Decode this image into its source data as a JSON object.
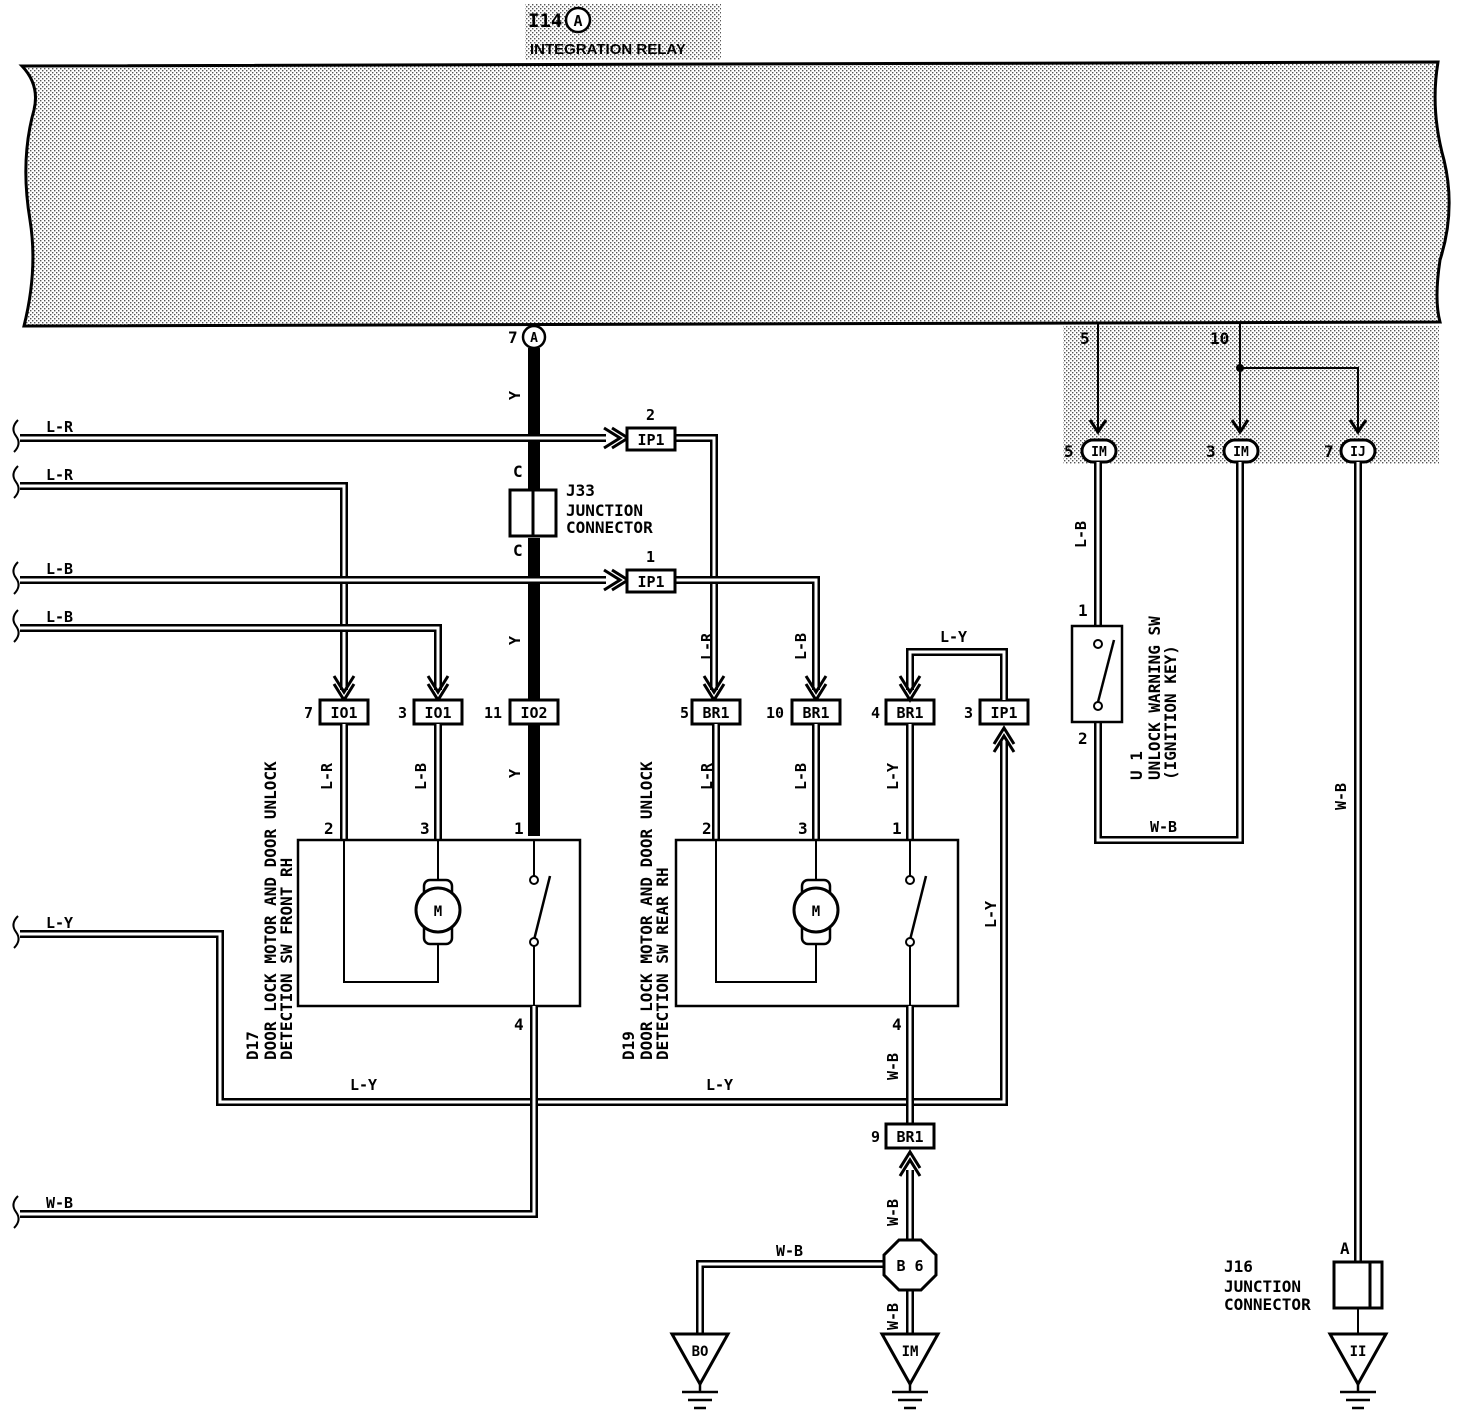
{
  "relay": {
    "code": "I14",
    "connector": "A",
    "name": "INTEGRATION RELAY",
    "pin_a": "7",
    "pin_5": "5",
    "pin_10": "10"
  },
  "wires": {
    "lr1": "L-R",
    "lr2": "L-R",
    "lb1": "L-B",
    "lb2": "L-B",
    "ly_left": "L-Y",
    "wb_left": "W-B",
    "y_top": "Y",
    "y_mid": "Y",
    "y_bot": "Y",
    "lr_d17": "L-R",
    "lb_d17": "L-B",
    "lr_d19": "L-R",
    "lb_d19": "L-B",
    "lr_d19b": "L-R",
    "lb_d19b": "L-B",
    "ly_top": "L-Y",
    "ly_d19": "L-Y",
    "ly_d19r": "L-Y",
    "ly_bot1": "L-Y",
    "ly_bot2": "L-Y",
    "wb_d19": "W-B",
    "wb_b6a": "W-B",
    "wb_b6b": "W-B",
    "wb_b6c": "W-B",
    "lb_u1": "L-B",
    "wb_u1": "W-B",
    "wb_j16": "W-B"
  },
  "j33": {
    "code": "J33",
    "line1": "JUNCTION",
    "line2": "CONNECTOR",
    "pin_top": "C",
    "pin_bot": "C"
  },
  "j16": {
    "code": "J16",
    "line1": "JUNCTION",
    "line2": "CONNECTOR",
    "pin": "A"
  },
  "connectors": {
    "ip1_top": {
      "name": "IP1",
      "pin": "2"
    },
    "ip1_mid": {
      "name": "IP1",
      "pin": "1"
    },
    "io1_a": {
      "name": "IO1",
      "pin": "7"
    },
    "io1_b": {
      "name": "IO1",
      "pin": "3"
    },
    "io2": {
      "name": "IO2",
      "pin": "11"
    },
    "br1_a": {
      "name": "BR1",
      "pin": "5"
    },
    "br1_b": {
      "name": "BR1",
      "pin": "10"
    },
    "br1_c": {
      "name": "BR1",
      "pin": "4"
    },
    "ip1_r": {
      "name": "IP1",
      "pin": "3"
    },
    "br1_d": {
      "name": "BR1",
      "pin": "9"
    },
    "im_a": {
      "name": "IM",
      "pin": "5"
    },
    "im_b": {
      "name": "IM",
      "pin": "3"
    },
    "ij": {
      "name": "IJ",
      "pin": "7"
    }
  },
  "d17": {
    "code": "D17",
    "line1": "DOOR LOCK MOTOR AND DOOR UNLOCK",
    "line2": "DETECTION SW FRONT RH",
    "pin2": "2",
    "pin3": "3",
    "pin1": "1",
    "pin4": "4",
    "motor": "M"
  },
  "d19": {
    "code": "D19",
    "line1": "DOOR LOCK MOTOR AND DOOR UNLOCK",
    "line2": "DETECTION SW REAR RH",
    "pin2": "2",
    "pin3": "3",
    "pin1": "1",
    "pin4": "4",
    "motor": "M"
  },
  "u1": {
    "code": "U 1",
    "line1": "UNLOCK WARNING SW",
    "line2": "(IGNITION KEY)",
    "pin1": "1",
    "pin2": "2"
  },
  "splice": {
    "label": "B 6"
  },
  "grounds": {
    "g1": "BO",
    "g2": "IM",
    "g3": "II"
  }
}
